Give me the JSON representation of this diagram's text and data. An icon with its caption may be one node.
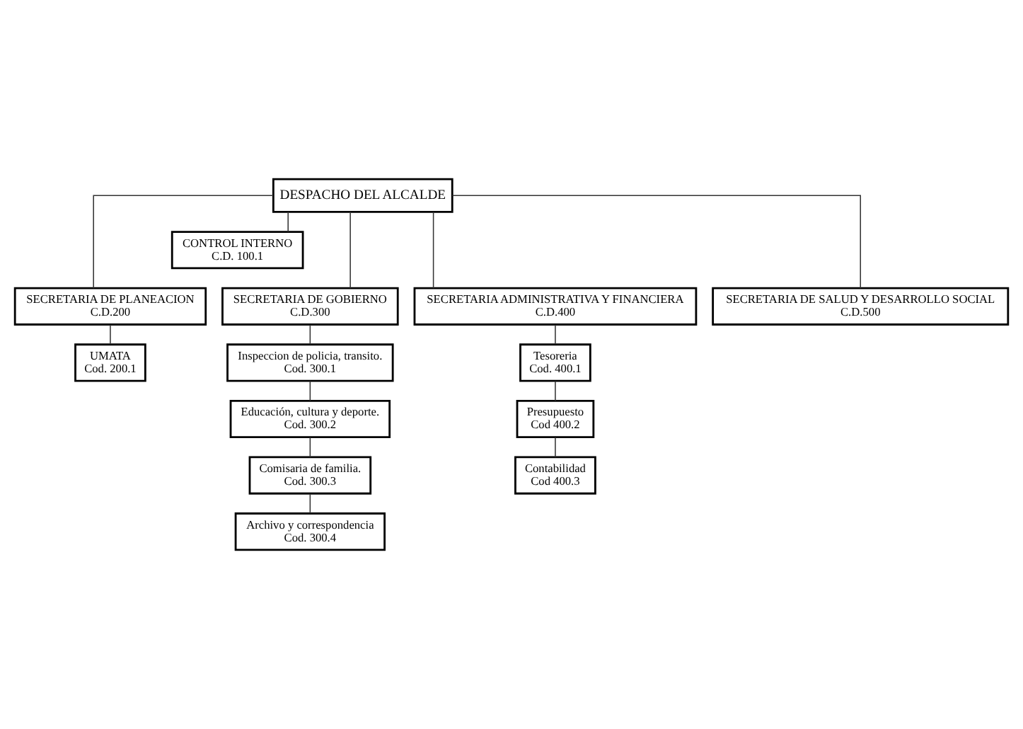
{
  "diagram": {
    "nodes": [
      {
        "text": [
          "DESPACHO DEL ALCALDE"
        ]
      },
      {
        "text": [
          "CONTROL INTERNO",
          "C.D. 100.1"
        ]
      },
      {
        "text": [
          "SECRETARIA DE PLANEACION",
          "C.D.200"
        ]
      },
      {
        "text": [
          "SECRETARIA DE GOBIERNO",
          "C.D.300"
        ]
      },
      {
        "text": [
          "SECRETARIA ADMINISTRATIVA Y FINANCIERA",
          "C.D.400"
        ]
      },
      {
        "text": [
          "SECRETARIA DE SALUD Y DESARROLLO SOCIAL",
          "C.D.500"
        ]
      },
      {
        "text": [
          "UMATA",
          "Cod. 200.1"
        ]
      },
      {
        "text": [
          "Inspeccion de policia, transito.",
          "Cod. 300.1"
        ]
      },
      {
        "text": [
          "Educación, cultura y deporte.",
          "Cod. 300.2"
        ]
      },
      {
        "text": [
          "Comisaria de familia.",
          "Cod. 300.3"
        ]
      },
      {
        "text": [
          "Archivo y correspondencia",
          "Cod. 300.4"
        ]
      },
      {
        "text": [
          "Tesoreria",
          "Cod. 400.1"
        ]
      },
      {
        "text": [
          "Presupuesto",
          "Cod 400.2"
        ]
      },
      {
        "text": [
          "Contabilidad",
          "Cod 400.3"
        ]
      }
    ],
    "edges": [
      {
        "from": 0,
        "to": 1,
        "arrow": "none"
      },
      {
        "from": 0,
        "to": 2,
        "arrow": "none"
      },
      {
        "from": 0,
        "to": 3,
        "arrow": "none"
      },
      {
        "from": 0,
        "to": 4,
        "arrow": "none"
      },
      {
        "from": 0,
        "to": 5,
        "arrow": "none"
      },
      {
        "from": 2,
        "to": 6,
        "arrow": "none"
      },
      {
        "from": 3,
        "to": 7,
        "arrow": "none"
      },
      {
        "from": 7,
        "to": 8,
        "arrow": "none"
      },
      {
        "from": 8,
        "to": 9,
        "arrow": "none"
      },
      {
        "from": 9,
        "to": 10,
        "arrow": "none"
      },
      {
        "from": 4,
        "to": 11,
        "arrow": "none"
      },
      {
        "from": 11,
        "to": 12,
        "arrow": "none"
      },
      {
        "from": 12,
        "to": 13,
        "arrow": "none"
      }
    ]
  }
}
